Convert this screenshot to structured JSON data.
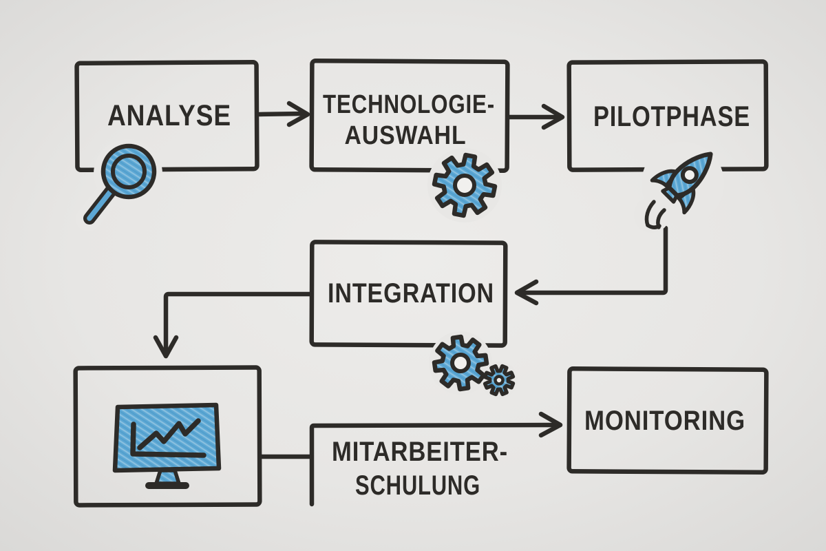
{
  "colors": {
    "background": "#e8e7e5",
    "background_edge": "#d9d8d6",
    "ink": "#2d2b28",
    "accent_blue": "#5ca7d4",
    "accent_blue_light": "#8ac0df",
    "icon_hole": "#f1f0ee"
  },
  "diagram": {
    "language": "de",
    "style": "hand-drawn-sketch-flowchart",
    "nodes": {
      "analyse": {
        "label": "ANALYSE",
        "icon": "magnifier-icon"
      },
      "technologie_auswahl": {
        "label_line1": "TECHNOLOGIE-",
        "label_line2": "AUSWAHL",
        "icon": "gear-icon"
      },
      "pilotphase": {
        "label": "PILOTPHASE",
        "icon": "rocket-icon"
      },
      "integration": {
        "label": "INTEGRATION",
        "icon": "double-gear-icon"
      },
      "dashboard": {
        "label": "",
        "icon": "monitor-chart-icon"
      },
      "mitarbeiter_schulung": {
        "label_line1": "MITARBEITER-",
        "label_line2": "SCHULUNG",
        "icon": ""
      },
      "monitoring": {
        "label": "MONITORING",
        "icon": ""
      }
    },
    "edges": [
      {
        "from": "analyse",
        "to": "technologie_auswahl"
      },
      {
        "from": "technologie_auswahl",
        "to": "pilotphase"
      },
      {
        "from": "pilotphase",
        "to": "integration"
      },
      {
        "from": "integration",
        "to": "dashboard"
      },
      {
        "from": "dashboard",
        "to": "mitarbeiter_schulung"
      },
      {
        "from": "mitarbeiter_schulung",
        "to": "monitoring"
      }
    ]
  }
}
